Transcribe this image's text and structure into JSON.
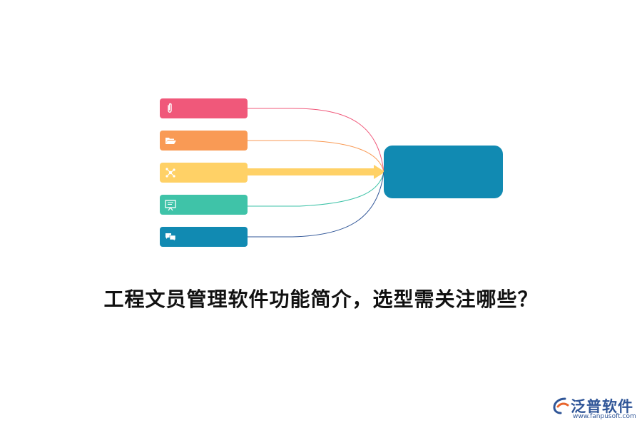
{
  "diagram": {
    "items": [
      {
        "icon": "paperclip-icon",
        "color": "#f0587a"
      },
      {
        "icon": "folder-open-icon",
        "color": "#f99a55"
      },
      {
        "icon": "network-icon",
        "color": "#ffd166"
      },
      {
        "icon": "presentation-board-icon",
        "color": "#3fc3a8"
      },
      {
        "icon": "chat-bubbles-icon",
        "color": "#118ab2"
      }
    ],
    "hub_color": "#118ab2",
    "title": "工程文员管理软件功能简介，选型需关注哪些？"
  },
  "logo": {
    "brand": "泛普软件",
    "url": "www.fanpusoft.com",
    "colors": {
      "primary": "#2f5597",
      "accent": "#e8652e"
    }
  }
}
